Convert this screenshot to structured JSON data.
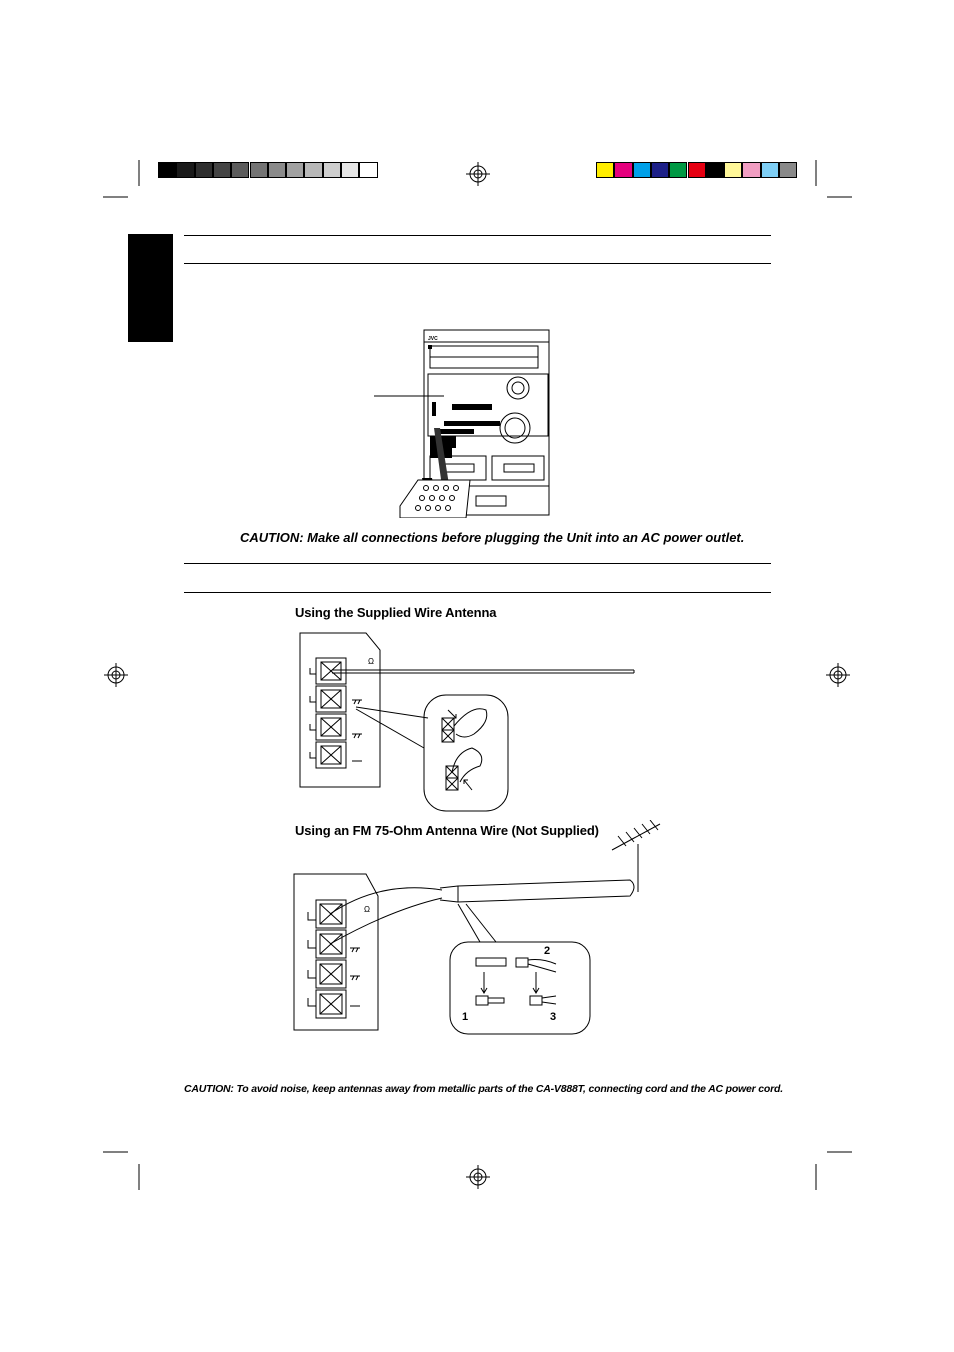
{
  "color_bar": {
    "grayscale": [
      "#000000",
      "#1a1a1a",
      "#2f2f2f",
      "#454545",
      "#5c5c5c",
      "#737373",
      "#8a8a8a",
      "#a1a1a1",
      "#b8b8b8",
      "#cfcfcf",
      "#e6e6e6",
      "#ffffff"
    ],
    "colors": [
      "#ffed00",
      "#e5007e",
      "#00a0e9",
      "#1d2088",
      "#009944",
      "#e60012",
      "#000000",
      "#fff799",
      "#f19ec2",
      "#7ecef4",
      "#898989"
    ]
  },
  "main_unit": {
    "brand": "JVC"
  },
  "cautions": {
    "connections": "CAUTION: Make all connections before plugging the Unit into an AC power outlet.",
    "noise": "CAUTION: To avoid noise, keep antennas away from metallic parts of the CA-V888T, connecting cord and the AC power cord."
  },
  "sections": {
    "wire_antenna": {
      "heading": "Using the Supplied Wire Antenna",
      "terminal_symbol": "Ω"
    },
    "fm_antenna": {
      "heading": "Using an FM 75-Ohm Antenna Wire (Not Supplied)",
      "terminal_symbol": "Ω",
      "steps": [
        "1",
        "2",
        "3"
      ]
    }
  }
}
